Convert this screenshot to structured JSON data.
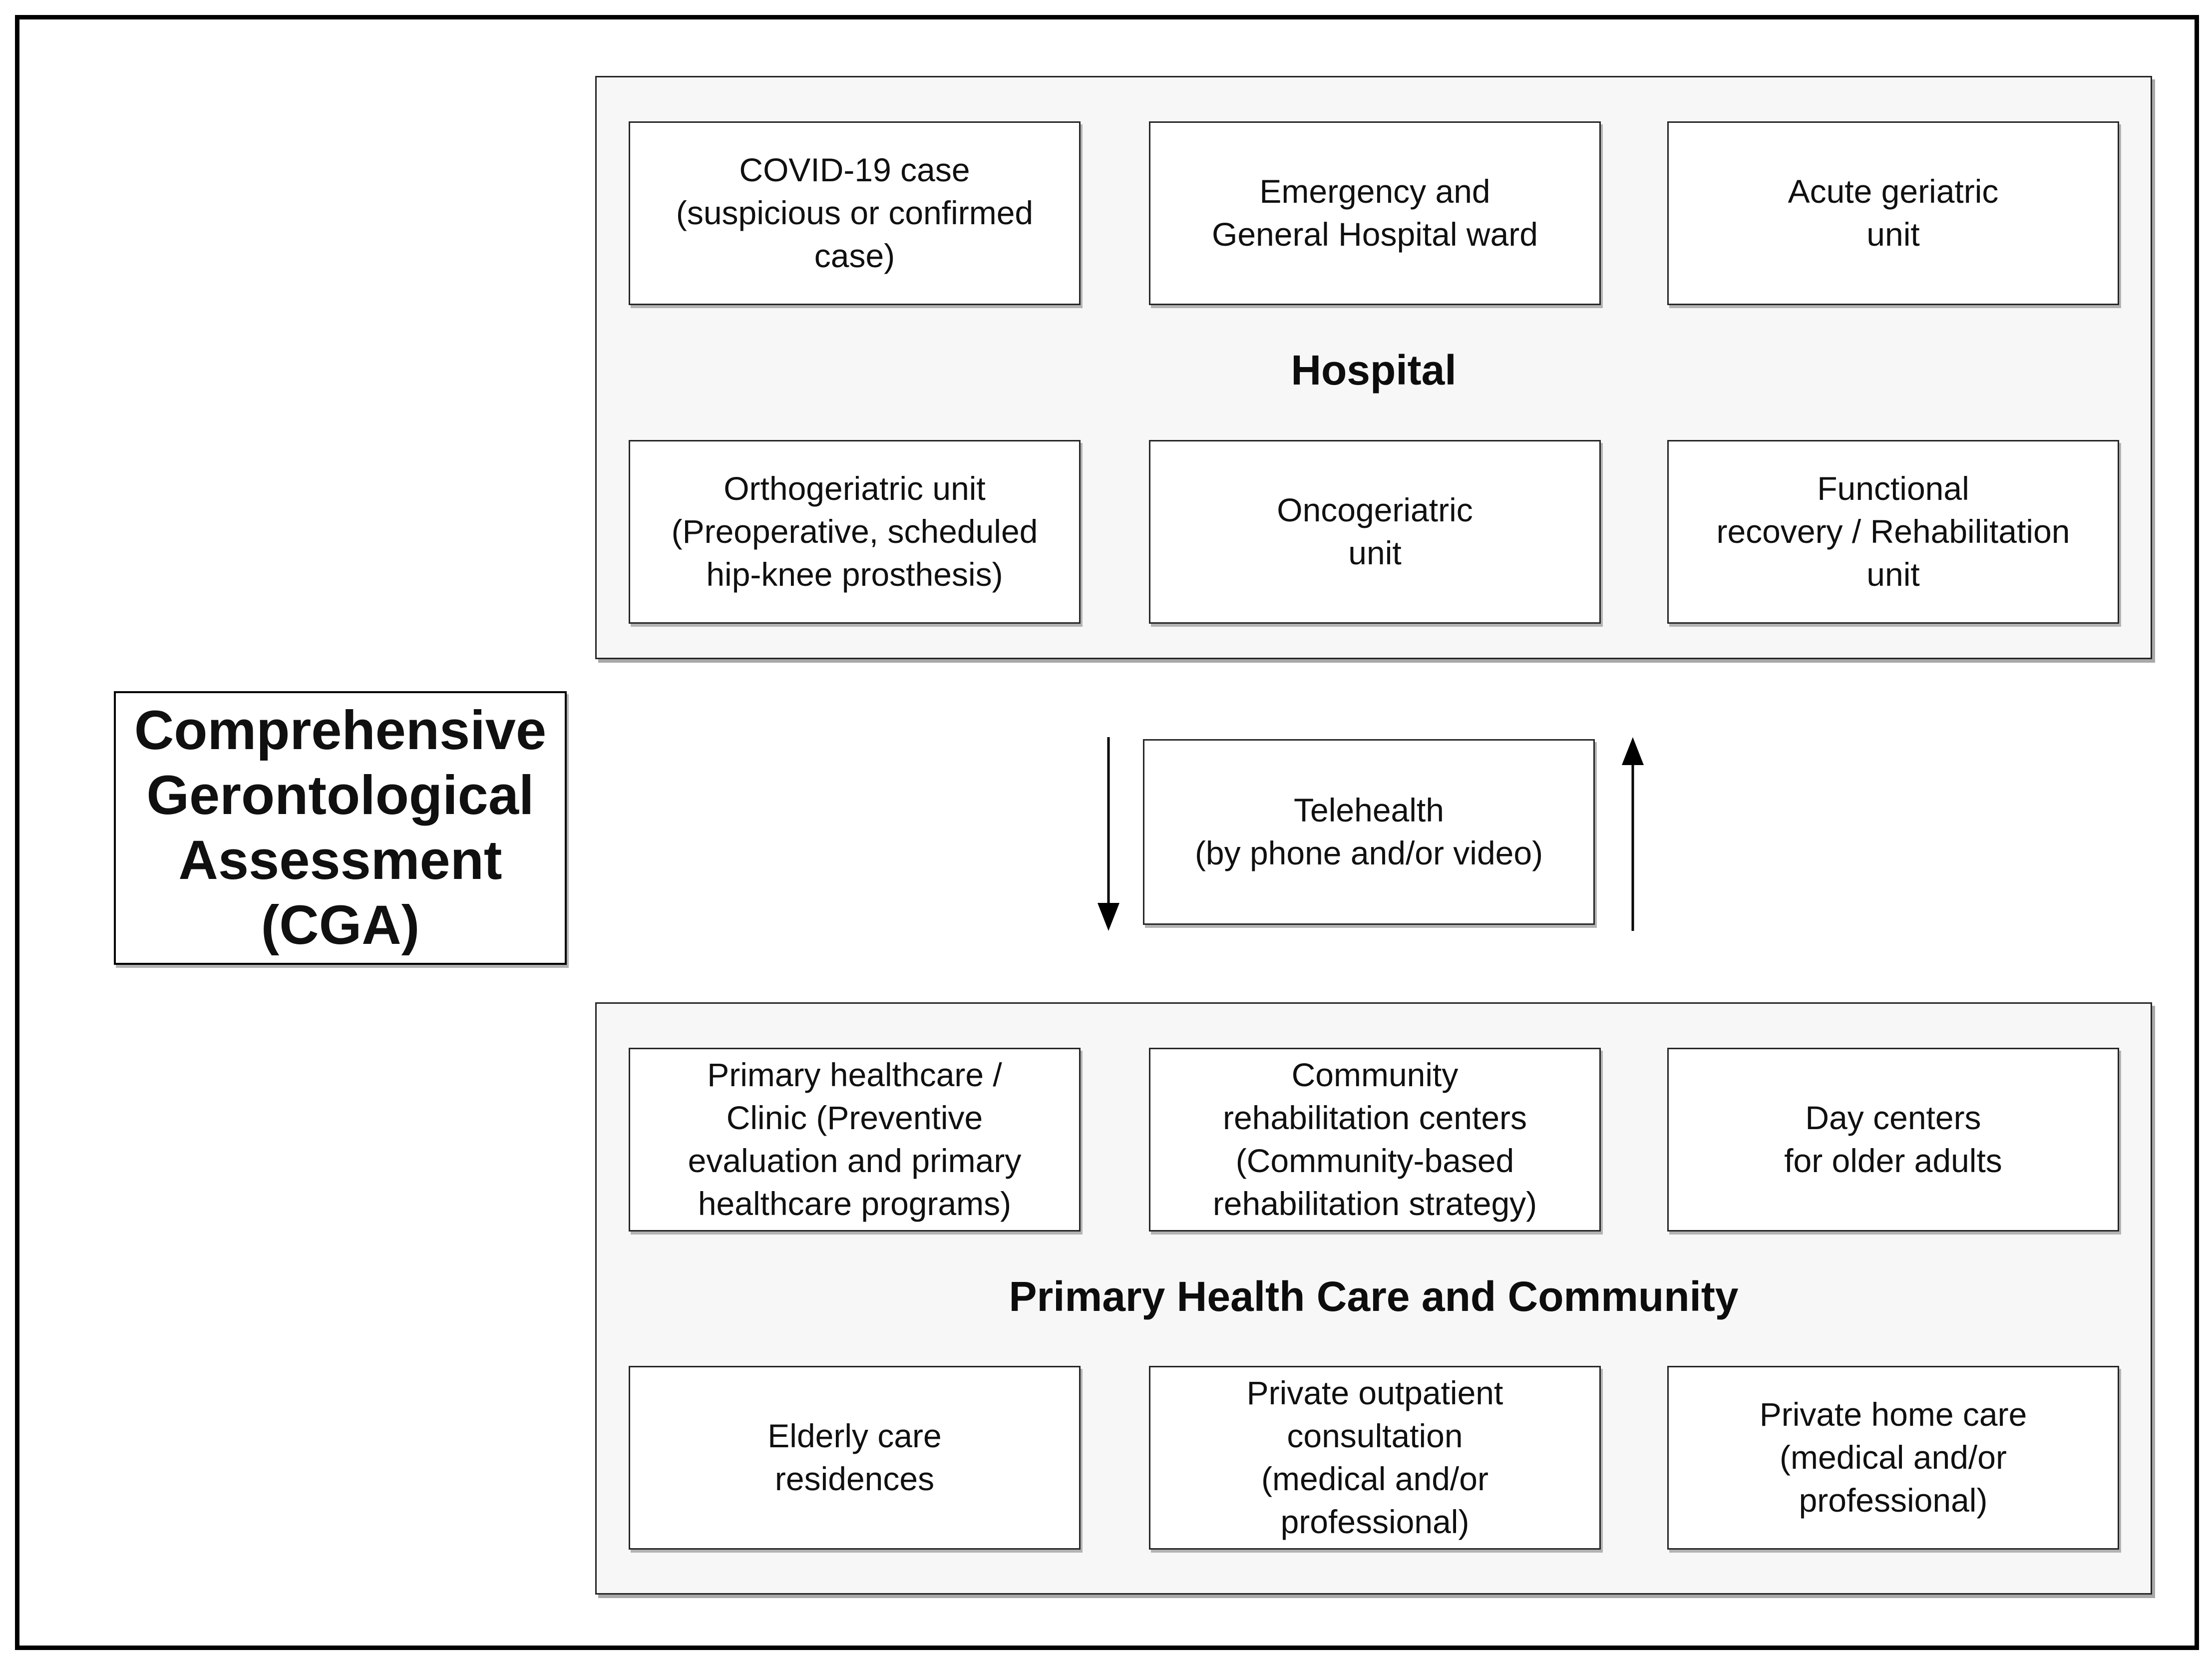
{
  "figure": {
    "cga_label": "Comprehensive\nGerontological\nAssessment\n(CGA)",
    "hospital": {
      "title": "Hospital",
      "row1": [
        "COVID-19 case\n(suspicious or confirmed\ncase)",
        "Emergency and\nGeneral Hospital ward",
        "Acute geriatric\nunit"
      ],
      "row2": [
        "Orthogeriatric unit\n(Preoperative, scheduled\nhip-knee prosthesis)",
        "Oncogeriatric\nunit",
        "Functional\nrecovery / Rehabilitation\nunit"
      ]
    },
    "telehealth_label": "Telehealth\n(by phone and/or video)",
    "phc": {
      "title": "Primary Health Care and Community",
      "row1": [
        "Primary healthcare /\nClinic (Preventive\nevaluation and primary\nhealthcare programs)",
        "Community\nrehabilitation centers\n(Community-based\nrehabilitation strategy)",
        "Day centers\nfor older adults"
      ],
      "row2": [
        "Elderly care\nresidences",
        "Private outpatient\nconsultation\n(medical and/or\nprofessional)",
        "Private home care\n(medical and/or\nprofessional)"
      ]
    },
    "colors": {
      "panel_background": "#f7f7f7",
      "node_background": "#ffffff",
      "border": "#262626",
      "text": "#101010"
    }
  }
}
